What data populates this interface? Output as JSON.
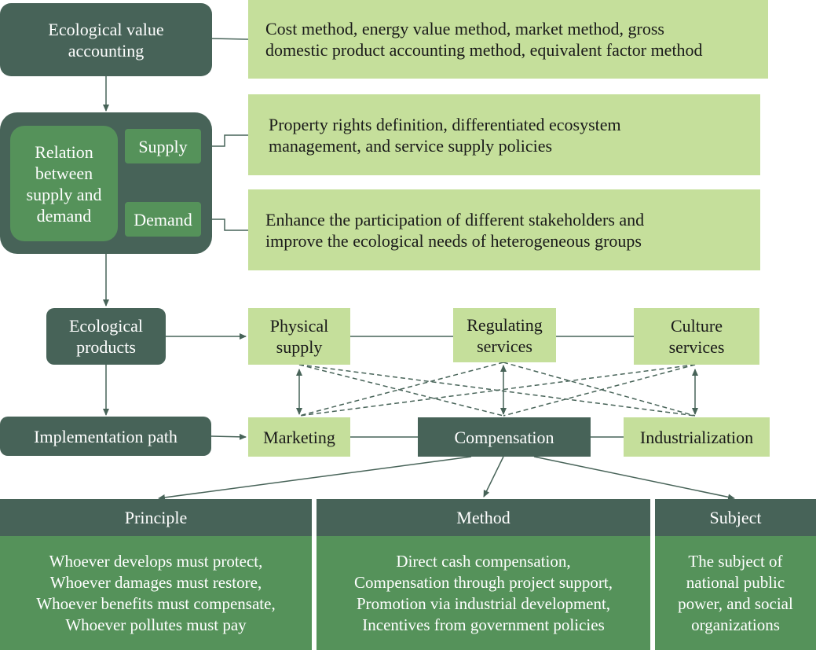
{
  "accounting": {
    "label": "Ecological value\naccounting",
    "methods": "Cost method, energy value method, market method, gross\ndomestic product accounting method, equivalent factor method"
  },
  "relation": {
    "label": "Relation\nbetween\nsupply and\ndemand",
    "supply_label": "Supply",
    "demand_label": "Demand",
    "supply_text": "Property rights definition, differentiated ecosystem\nmanagement, and service supply policies",
    "demand_text": "Enhance the participation of different stakeholders and\nimprove the ecological needs of heterogeneous groups"
  },
  "products": {
    "label": "Ecological\nproducts",
    "items": [
      "Physical\nsupply",
      "Regulating\nservices",
      "Culture\nservices"
    ]
  },
  "implementation": {
    "label": "Implementation path",
    "items": [
      "Marketing",
      "Compensation",
      "Industrialization"
    ]
  },
  "bottom": {
    "principle_title": "Principle",
    "principle_text": "Whoever develops must protect,\nWhoever damages must restore,\nWhoever benefits must compensate,\nWhoever pollutes must pay",
    "method_title": "Method",
    "method_text": "Direct cash compensation,\nCompensation through project support,\nPromotion via industrial development,\nIncentives from government policies",
    "subject_title": "Subject",
    "subject_text": "The subject of\nnational public\npower, and social\norganizations"
  },
  "colors": {
    "dark": "#476358",
    "mid": "#55925a",
    "light": "#c5df9b"
  }
}
